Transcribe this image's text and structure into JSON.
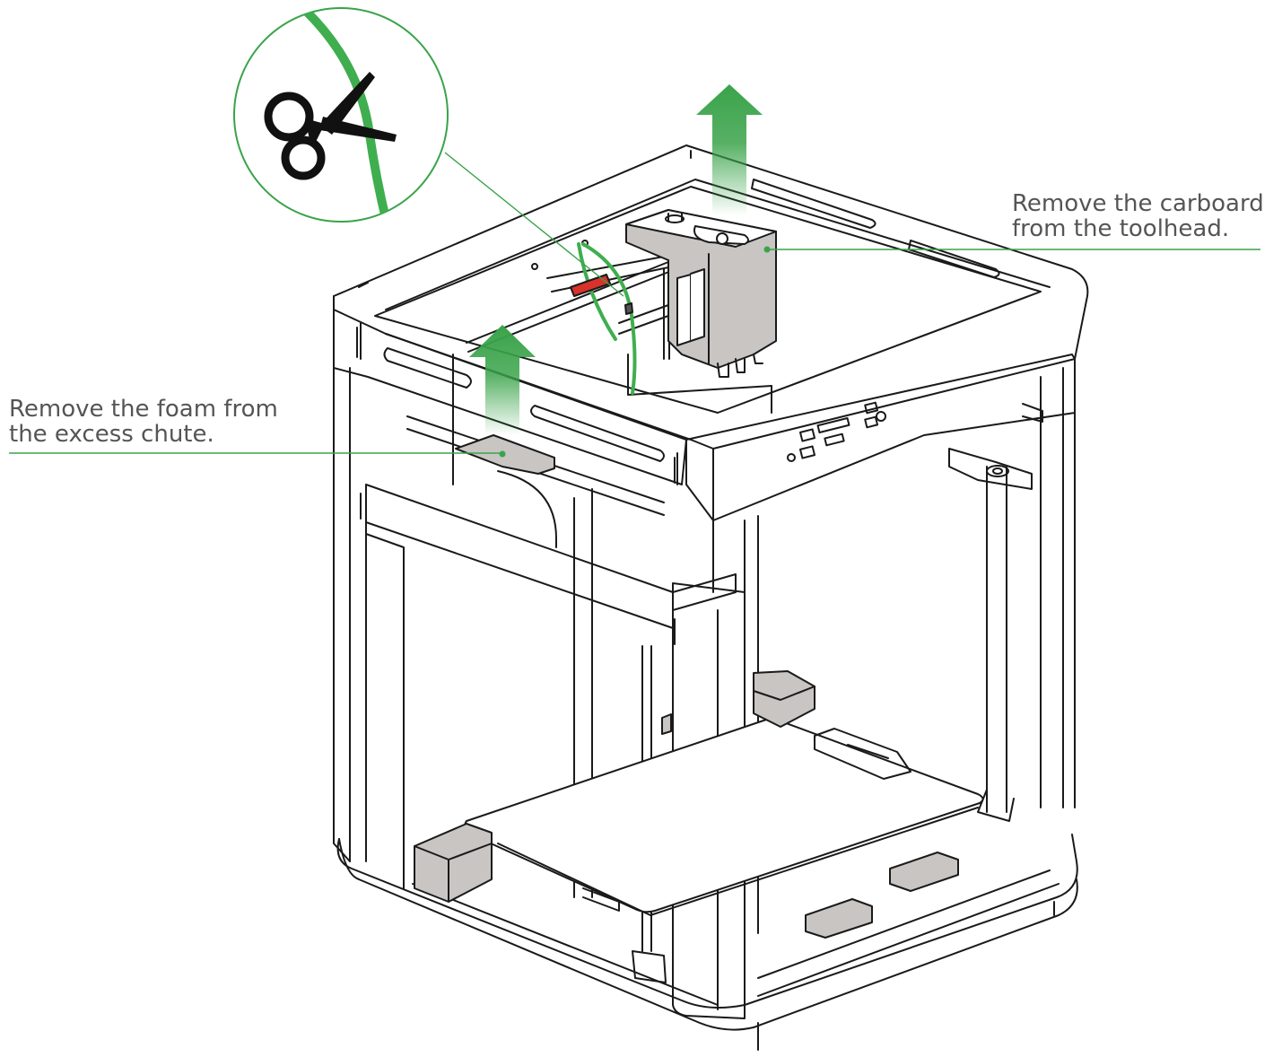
{
  "callouts": {
    "toolhead": {
      "line1": "Remove the carboard",
      "line2": "from the toolhead."
    },
    "chute": {
      "line1": "Remove the foam from",
      "line2": "the excess chute."
    }
  },
  "icons": {
    "cut_filament": "scissors-icon",
    "lift_toolhead": "up-arrow-icon",
    "lift_foam": "up-arrow-icon"
  },
  "colors": {
    "accent_green": "#3aa34a",
    "filament_green": "#3fae4f",
    "outline": "#1a1a1a",
    "part_grey": "#c8c5c3",
    "label_text": "#555555",
    "red_clip": "#d9322b"
  }
}
